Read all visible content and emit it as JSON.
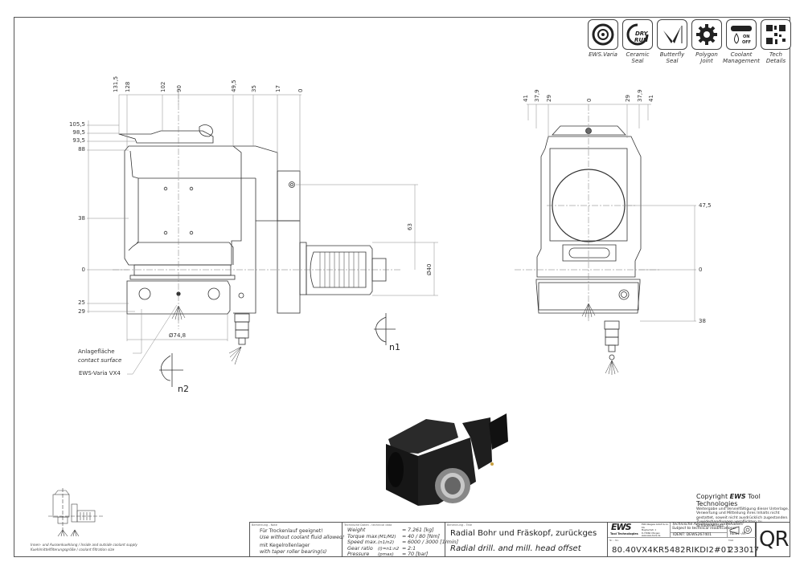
{
  "feature_icons": [
    {
      "name": "ews-varia-icon",
      "label": "EWS.Varia"
    },
    {
      "name": "ceramic-seal-icon",
      "label": "Ceramic\nSeal",
      "badge": "DRY\nRUN"
    },
    {
      "name": "butterfly-seal-icon",
      "label": "Butterfly\nSeal"
    },
    {
      "name": "polygon-joint-icon",
      "label": "Polygon\nJoint"
    },
    {
      "name": "coolant-management-icon",
      "label": "Coolant\nManagement",
      "badge_on": "ON",
      "badge_off": "OFF"
    },
    {
      "name": "qr-code-icon",
      "label": "Tech\nDetails"
    }
  ],
  "side_view": {
    "top_dims": [
      "131,5",
      "128",
      "102",
      "90",
      "49,5",
      "35",
      "17",
      "0"
    ],
    "left_dims": [
      "105,5",
      "98,5",
      "93,5",
      "88",
      "38",
      "0",
      "25",
      "29"
    ],
    "dim_63": "63",
    "dim_d40": "Ø40",
    "dim_d748": "Ø74,8",
    "rotation_n1": "n1",
    "rotation_n2": "n2",
    "leader_contact_de": "Anlagefläche",
    "leader_contact_en": "contact surface",
    "leader_varia": "EWS-Varia VX4"
  },
  "front_view": {
    "top_dims": [
      "41",
      "37,9",
      "29",
      "0",
      "29",
      "37,9",
      "41"
    ],
    "right_dims": [
      "47,5",
      "0",
      "38"
    ]
  },
  "coolant_caption": {
    "line1": "Innen- und Aussenkuehlung / Inside and outside coolant supply",
    "line2": "Kuehlmittelfilterungsgröße / coolant filtration size"
  },
  "copyright": {
    "title_prefix": "Copyright ",
    "brand": "EWS",
    "title_suffix": " Tool Technologies",
    "lines": [
      "Weitergabe und Vervielfältigung dieser Unterlage,",
      "Verwertung und Mitteilung ihres Inhalts nicht",
      "gestattet, soweit nicht ausdrücklich zugestanden.",
      "Zuwiderhandlungen verpflichten zu Schadenersatz."
    ]
  },
  "title_block": {
    "notes_caption": "Bemerkung - Note",
    "notes": [
      "Für Trockenlauf geeignet!",
      "Use without coolant fluid allowed!",
      "mit Kegelrollenlager",
      "with taper roller bearing(s)"
    ],
    "tech_caption": "Technische Daten - technical data",
    "tech_data": [
      {
        "label": "Weight",
        "symbol": "",
        "value": "7.261 [kg]"
      },
      {
        "label": "Torque max",
        "symbol": "(M1/M2)",
        "value": "40 / 80 [Nm]"
      },
      {
        "label": "Speed max.",
        "symbol": "(n1/n2)",
        "value": "6000 / 3000 [1/min]"
      },
      {
        "label": "Gear ratio",
        "symbol": "(i)=n1:n2",
        "value": "2:1"
      },
      {
        "label": "Pressure",
        "symbol": "(pmax)",
        "value": "70 [bar]"
      }
    ],
    "title_caption": "Benennung - Title",
    "title_de": "Radial Bohr und Fräskopf, zurückges",
    "title_en": "Radial drill. and mill. head offset",
    "logo_text": "EWS",
    "logo_sub": "Tool Technologies",
    "company_lines": [
      "EWS Weigele GmbH & Co. KG",
      "Maybachstr. 1",
      "D-73066 Uhingen",
      "www.ews-tools.de"
    ],
    "change_note_de": "Technische Aenderungen vorbehalten!",
    "change_note_en": "Subject to technical modifications!",
    "ident_label": "IDENT:",
    "ident_value": "DEWS267401",
    "rev_label": "REV.:",
    "rev_value": "-/A",
    "part_caption": "Nr. - No.",
    "part_number": "80.40VX4KR5482RIKDI2#01",
    "number_caption": "Maß",
    "drawing_number": "233017",
    "qr_label": "QR"
  },
  "colors": {
    "line": "#333333",
    "dim_line": "#8a8a8a",
    "body_dark": "#1c1c1c"
  }
}
